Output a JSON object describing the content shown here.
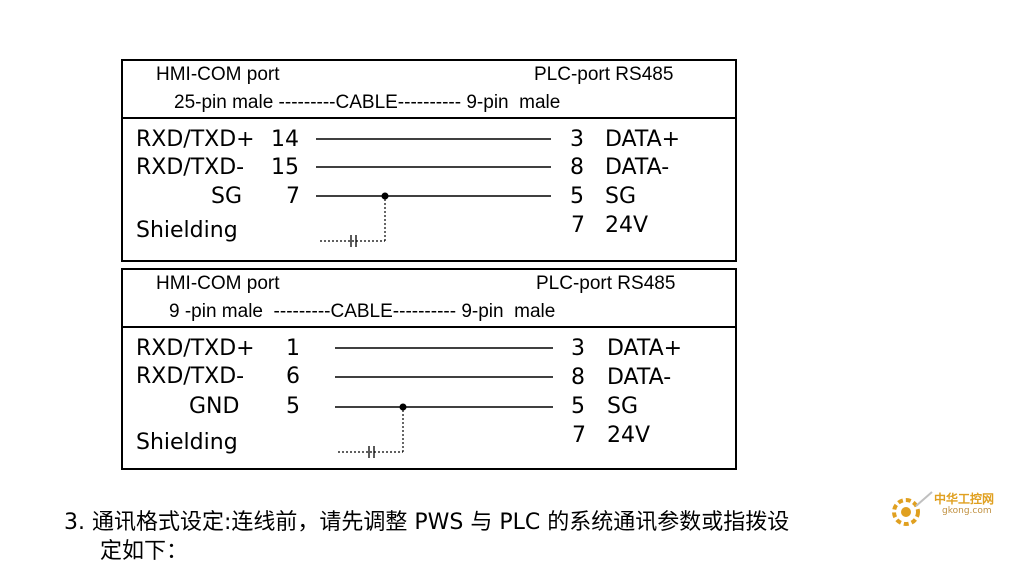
{
  "diagram1": {
    "header_left_1": "HMI-COM port",
    "header_right_1": "PLC-port RS485",
    "header_line_2": "25-pin male ---------CABLE---------- 9-pin  male",
    "rows": [
      {
        "label": "RXD/TXD+",
        "hmi_pin": "14",
        "plc_pin": "3",
        "signal": "DATA+"
      },
      {
        "label": "RXD/TXD-",
        "hmi_pin": "15",
        "plc_pin": "8",
        "signal": "DATA-"
      },
      {
        "label": "SG",
        "hmi_pin": "7",
        "plc_pin": "5",
        "signal": "SG"
      },
      {
        "label": "Shielding",
        "hmi_pin": "",
        "plc_pin": "7",
        "signal": "24V"
      }
    ]
  },
  "diagram2": {
    "header_left_1": "HMI-COM port",
    "header_right_1": "PLC-port RS485",
    "header_line_2": "9 -pin male  ---------CABLE---------- 9-pin  male",
    "rows": [
      {
        "label": "RXD/TXD+",
        "hmi_pin": "1",
        "plc_pin": "3",
        "signal": "DATA+"
      },
      {
        "label": "RXD/TXD-",
        "hmi_pin": "6",
        "plc_pin": "8",
        "signal": "DATA-"
      },
      {
        "label": "GND",
        "hmi_pin": "5",
        "plc_pin": "5",
        "signal": "SG"
      },
      {
        "label": "Shielding",
        "hmi_pin": "",
        "plc_pin": "7",
        "signal": "24V"
      }
    ]
  },
  "footer": {
    "line1": "3. 通讯格式设定:连线前，请先调整 PWS 与 PLC 的系统通讯参数或指拨设",
    "line2": "定如下："
  },
  "watermark": {
    "text1": "中华工控网",
    "text2": "gkong.com",
    "icon": "gear-icon",
    "color": "#e0a020"
  }
}
